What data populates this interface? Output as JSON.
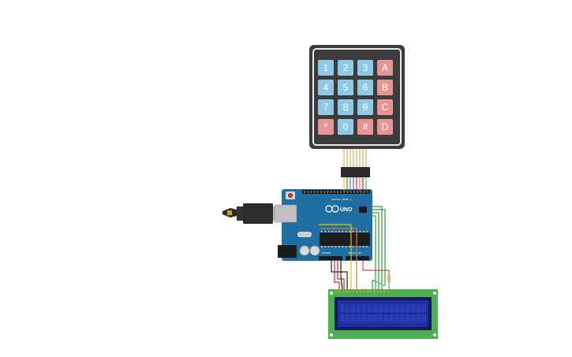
{
  "colors": {
    "background": "#ffffff",
    "keypad_body": "#3c3c3c",
    "keypad_bezel": "#e8e8e8",
    "key_blue": "#8ec9e6",
    "key_red": "#e69595",
    "arduino_board": "#1f6fa3",
    "arduino_dark": "#15557f",
    "lcd_board": "#4caf50",
    "lcd_screen": "#1f2f9e",
    "wire_red": "#c62828",
    "wire_black": "#222222",
    "wire_green": "#2e9c3a",
    "wire_orange": "#e07b1a",
    "wire_yellow": "#e6c21a"
  },
  "keypad": {
    "rows": [
      [
        {
          "label": "1",
          "type": "blue"
        },
        {
          "label": "2",
          "type": "blue"
        },
        {
          "label": "3",
          "type": "blue"
        },
        {
          "label": "A",
          "type": "red"
        }
      ],
      [
        {
          "label": "4",
          "type": "blue"
        },
        {
          "label": "5",
          "type": "blue"
        },
        {
          "label": "6",
          "type": "blue"
        },
        {
          "label": "B",
          "type": "red"
        }
      ],
      [
        {
          "label": "7",
          "type": "blue"
        },
        {
          "label": "8",
          "type": "blue"
        },
        {
          "label": "9",
          "type": "blue"
        },
        {
          "label": "C",
          "type": "red"
        }
      ],
      [
        {
          "label": "*",
          "type": "red"
        },
        {
          "label": "0",
          "type": "blue"
        },
        {
          "label": "#",
          "type": "red"
        },
        {
          "label": "D",
          "type": "red"
        }
      ]
    ]
  },
  "arduino": {
    "logo": "UNO",
    "header_label": "DIGITAL (PWM~)",
    "power_label": "POWER",
    "analog_label": "ANALOG IN"
  }
}
